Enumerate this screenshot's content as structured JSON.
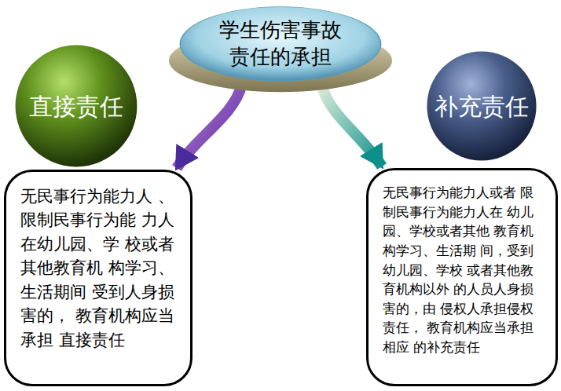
{
  "diagram": {
    "nodes": [
      {
        "text": [
          "学生伤害事故 责任的承担"
        ]
      },
      {
        "text": [
          "直接责任"
        ]
      },
      {
        "text": [
          "补充责任"
        ]
      },
      {
        "text": [
          "无民事行为能力人 、限制民事行为能 力人在幼儿园、学 校或者其他教育机 构学习、生活期间 受到人身损害的， 教育机构应当承担 直接责任"
        ]
      },
      {
        "text": [
          "无民事行为能力人或者 限制民事行为能力人在 幼儿园、学校或者其他 教育机构学习、生活期 间，受到幼儿园、学校 或者其他教育机构以外 的人员人身损害的，由 侵权人承担侵权责任， 教育机构应当承担相应 的补充责任"
        ]
      }
    ],
    "edges": [
      {
        "from": 0,
        "to": 3,
        "arrow": "to"
      },
      {
        "from": 0,
        "to": 4,
        "arrow": "to"
      }
    ]
  }
}
